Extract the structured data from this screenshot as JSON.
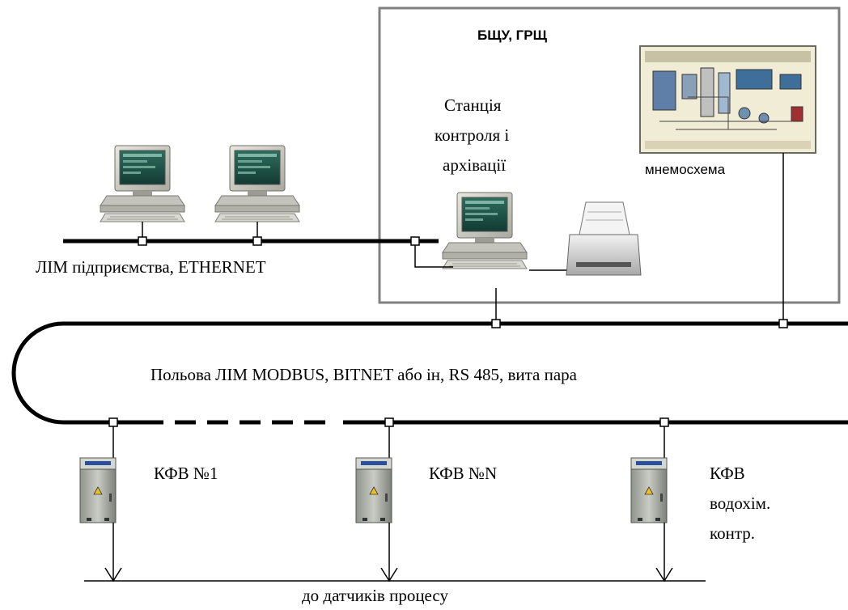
{
  "control_room": {
    "title": "БЩУ, ГРЩ"
  },
  "station": {
    "lines": [
      "Станція",
      "контроля і",
      "архівації"
    ]
  },
  "mimic": {
    "label": "мнемосхема"
  },
  "enterprise_lan": {
    "label": "ЛІМ підприємства, ETHERNET"
  },
  "field_bus": {
    "label": "Польова ЛІМ MODBUS, BITNET або ін, RS 485, вита пара"
  },
  "cabinets": [
    {
      "lines": [
        "КФВ №1"
      ]
    },
    {
      "lines": [
        "КФВ №N"
      ]
    },
    {
      "lines": [
        "КФВ",
        "водохім.",
        "контр."
      ]
    }
  ],
  "sensors": {
    "label": "до датчиків процесу"
  }
}
